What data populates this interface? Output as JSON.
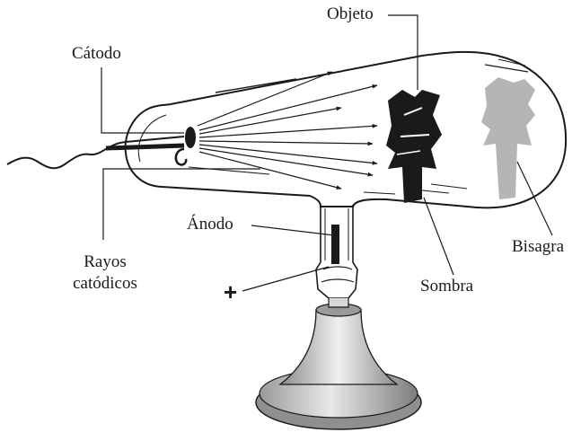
{
  "labels": {
    "objeto": "Objeto",
    "catodo": "Cátodo",
    "anodo": "Ánodo",
    "rayos_line1": "Rayos",
    "rayos_line2": "catódicos",
    "sombra": "Sombra",
    "bisagra": "Bisagra",
    "polarity": "+"
  },
  "colors": {
    "ink": "#1a1a1a",
    "shadow": "#a8a8a8",
    "stand_light": "#e4e4e4",
    "stand_dark": "#8a8a8a"
  }
}
